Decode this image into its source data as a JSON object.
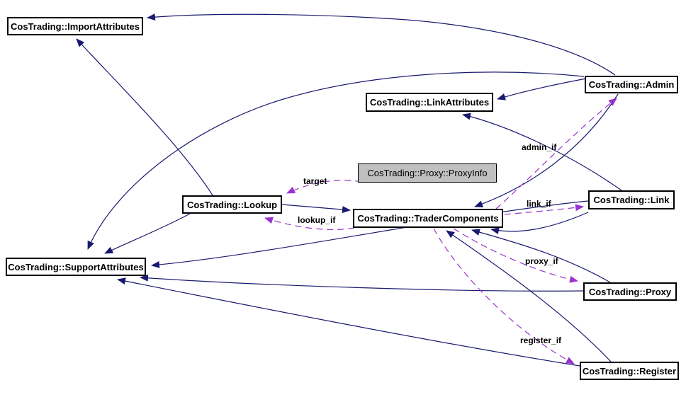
{
  "diagram": {
    "kind": "collaboration-graph",
    "background": "#ffffff",
    "colors": {
      "inheritance_edge": "#191970",
      "usage_edge": "#9a32cd",
      "node_border": "#000000",
      "node_fill": "#ffffff",
      "focus_node_fill": "#c0c0c0",
      "text": "#000000"
    },
    "nodes": [
      {
        "label": "CosTrading::ImportAttributes"
      },
      {
        "label": "CosTrading::Admin"
      },
      {
        "label": "CosTrading::LinkAttributes"
      },
      {
        "label": "CosTrading::Proxy::ProxyInfo",
        "focus": true
      },
      {
        "label": "CosTrading::Lookup"
      },
      {
        "label": "CosTrading::Link"
      },
      {
        "label": "CosTrading::TraderComponents"
      },
      {
        "label": "CosTrading::SupportAttributes"
      },
      {
        "label": "CosTrading::Proxy"
      },
      {
        "label": "CosTrading::Register"
      }
    ],
    "edge_labels": [
      {
        "text": "target"
      },
      {
        "text": "lookup_if"
      },
      {
        "text": "admin_if"
      },
      {
        "text": "link_if"
      },
      {
        "text": "proxy_if"
      },
      {
        "text": "register_if"
      }
    ]
  }
}
